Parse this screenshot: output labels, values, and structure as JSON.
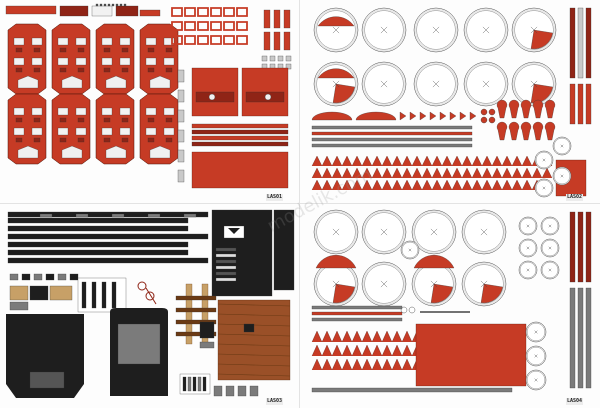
{
  "colors": {
    "red": "#c63b25",
    "dark_red": "#8f2416",
    "black": "#1e1e1e",
    "gray": "#7b7b7b",
    "light_gray": "#c9c9c9",
    "wood": "#9a5028",
    "tan": "#c7a067"
  },
  "sheets": [
    {
      "id": "tl",
      "code": "LAS01"
    },
    {
      "id": "tr",
      "code": "LAS02"
    },
    {
      "id": "bl",
      "code": "LAS03"
    },
    {
      "id": "br",
      "code": "LAS04"
    }
  ],
  "watermark": "modelik.com"
}
